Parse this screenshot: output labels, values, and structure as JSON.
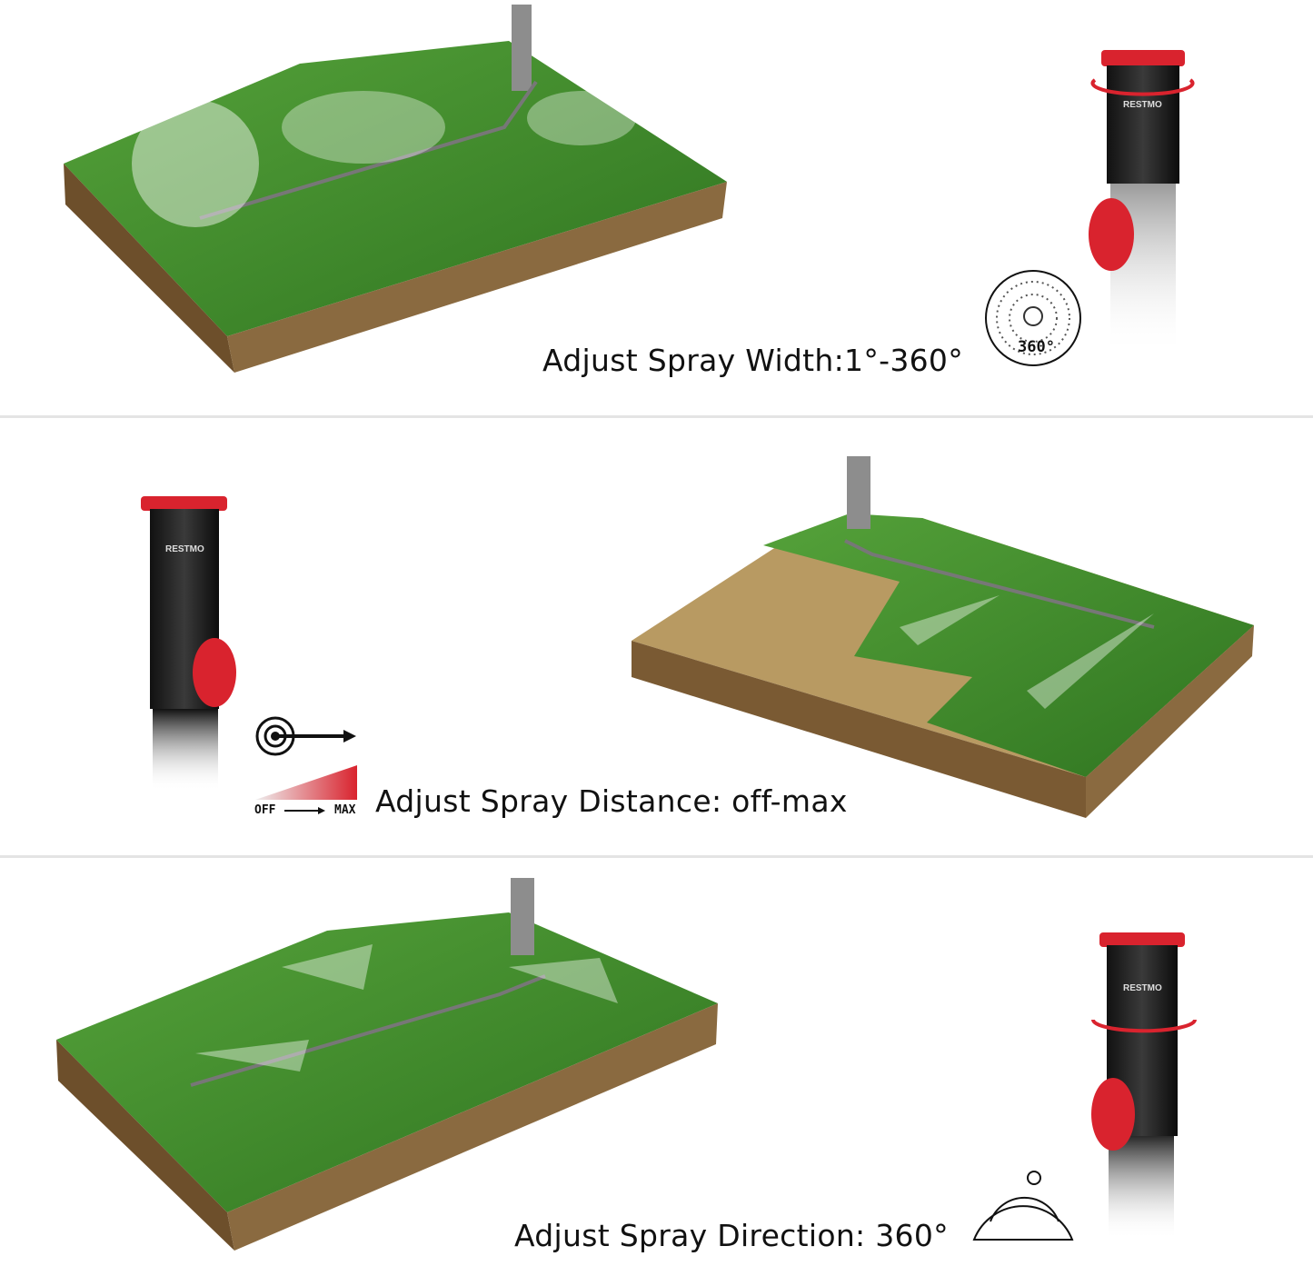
{
  "panels": [
    {
      "caption": "Adjust Spray Width:1°-360°",
      "icon": "spray-width-dial-icon",
      "icon_label": "360°"
    },
    {
      "caption": "Adjust Spray Distance: off-max",
      "icon": "target-arrow-icon",
      "scale_start": "OFF",
      "scale_end": "MAX"
    },
    {
      "caption": "Adjust Spray Direction: 360°",
      "icon": "spray-direction-arc-icon"
    }
  ],
  "brand": "RESTMO",
  "colors": {
    "grass": "#3f8a2a",
    "soil": "#7a5a33",
    "accent": "#d9232e",
    "body": "#1a1a1a"
  }
}
